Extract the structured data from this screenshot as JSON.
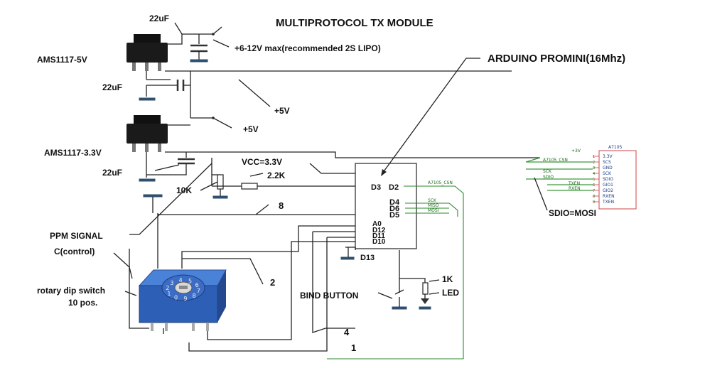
{
  "title": "MULTIPROTOCOL TX MODULE",
  "labels": {
    "cap_top": "22uF",
    "input_voltage": "+6-12V max(recommended 2S LIPO)",
    "reg5v": "AMS1117-5V",
    "cap_mid": "22uF",
    "plus5v_a": "+5V",
    "plus5v_b": "+5V",
    "reg33": "AMS1117-3.3V",
    "cap_bottom": "22uF",
    "vcc": "VCC=3.3V",
    "r22k": "2.2K",
    "r10k": "10K",
    "ppm": "PPM SIGNAL",
    "control": "C(control)",
    "rotary_line1": "rotary dip switch",
    "rotary_line2": "10 pos.",
    "arduino": "ARDUINO PROMINI(16Mhz)",
    "sdio": "SDIO=MOSI",
    "bind": "BIND BUTTON",
    "r1k": "1K",
    "led": "LED",
    "wire8": "8",
    "wire2": "2",
    "wire4": "4",
    "wire1": "1"
  },
  "arduino_pins": {
    "d3": "D3",
    "d2": "D2",
    "d4": "D4",
    "d6": "D6",
    "d5": "D5",
    "a0": "A0",
    "d12": "D12",
    "d11": "D11",
    "d10": "D10",
    "d13": "D13"
  },
  "nets": {
    "csn": "A7105_CSN",
    "sck": "SCK",
    "miso": "MISO",
    "mosi": "MOSI"
  },
  "a7105": {
    "title": "A7105",
    "pins_right": [
      "3.3V",
      "SCS",
      "GND",
      "SCK",
      "SDIO",
      "GIO1",
      "GIO2",
      "RXEN",
      "TXEN"
    ],
    "pin_numbers": [
      "1",
      "2",
      "3",
      "4",
      "5",
      "6",
      "7",
      "8",
      "9"
    ],
    "left_nets": [
      "+3V",
      "A7105_CSN",
      "SCK",
      "SDIO",
      "TXEN",
      "RXEN"
    ]
  },
  "rotary_digits": [
    "1",
    "2",
    "3",
    "4",
    "5",
    "6",
    "7",
    "8",
    "9",
    "0"
  ]
}
